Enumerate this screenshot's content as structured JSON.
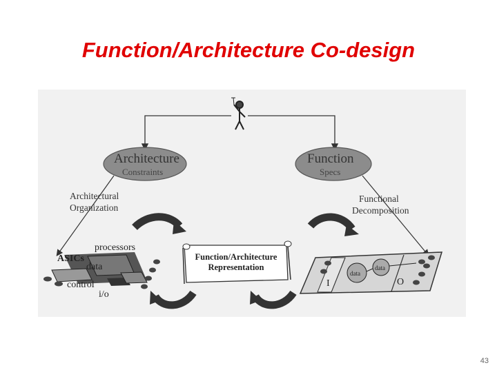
{
  "slide": {
    "title": "Function/Architecture Co-design",
    "page_number": "43"
  },
  "diagram": {
    "architecture_node": {
      "title": "Architecture",
      "subtitle": "Constraints"
    },
    "function_node": {
      "title": "Function",
      "subtitle": "Specs"
    },
    "left_caption": {
      "line1": "Architectural",
      "line2": "Organization"
    },
    "right_caption": {
      "line1": "Functional",
      "line2": "Decomposition"
    },
    "center": {
      "line1": "Function/Architecture",
      "line2": "Representation"
    },
    "hardware": {
      "asics": "ASICs",
      "processors": "processors",
      "data": "data",
      "control": "control",
      "io": "i/o"
    },
    "functional": {
      "input": "I",
      "output": "O",
      "bubble_label": "data"
    }
  }
}
